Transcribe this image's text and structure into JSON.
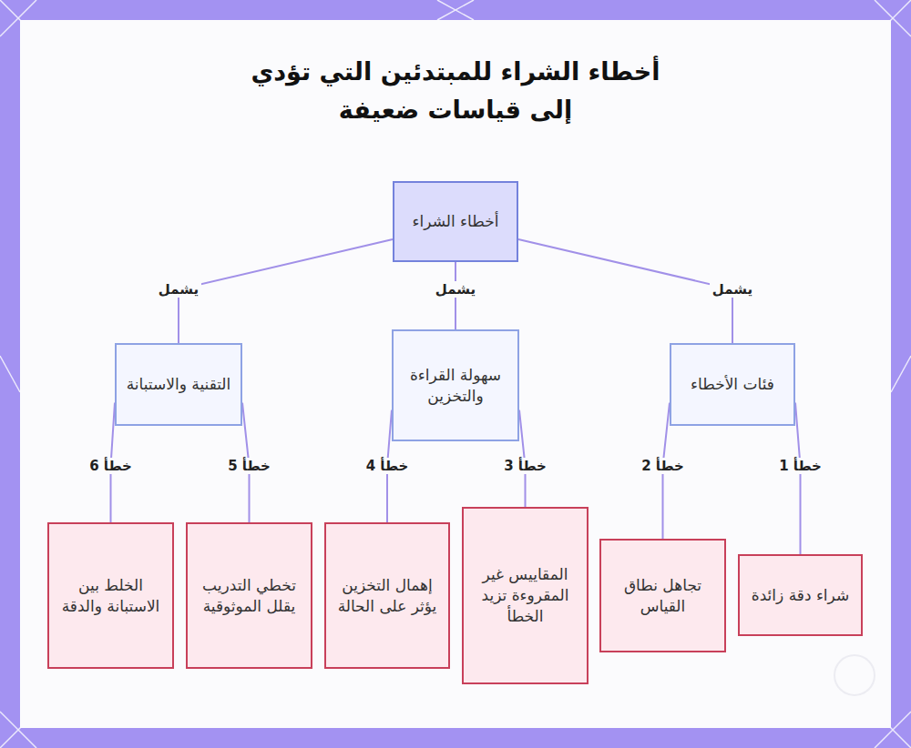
{
  "diagram": {
    "title": "أخطاء الشراء للمبتدئين التي تؤدي إلى قياسات ضعيفة",
    "nodes": [
      {
        "text": [
          "أخطاء الشراء"
        ]
      },
      {
        "text": [
          "فئات الأخطاء"
        ]
      },
      {
        "text": [
          "سهولة القراءة والتخزين"
        ]
      },
      {
        "text": [
          "التقنية والاستبانة"
        ]
      },
      {
        "text": [
          "شراء دقة زائدة"
        ]
      },
      {
        "text": [
          "تجاهل نطاق القياس"
        ]
      },
      {
        "text": [
          "المقاييس غير المقروءة تزيد الخطأ"
        ]
      },
      {
        "text": [
          "إهمال التخزين يؤثر على الحالة"
        ]
      },
      {
        "text": [
          "تخطي التدريب يقلل الموثوقية"
        ]
      },
      {
        "text": [
          "الخلط بين الاستبانة والدقة"
        ]
      }
    ],
    "edges": [
      {
        "from": 0,
        "to": 1,
        "arrow": "none",
        "label": "يشمل"
      },
      {
        "from": 0,
        "to": 2,
        "arrow": "none",
        "label": "يشمل"
      },
      {
        "from": 0,
        "to": 3,
        "arrow": "none",
        "label": "يشمل"
      },
      {
        "from": 1,
        "to": 4,
        "arrow": "none",
        "label": "خطأ 1"
      },
      {
        "from": 1,
        "to": 5,
        "arrow": "none",
        "label": "خطأ 2"
      },
      {
        "from": 2,
        "to": 6,
        "arrow": "none",
        "label": "خطأ 3"
      },
      {
        "from": 2,
        "to": 7,
        "arrow": "none",
        "label": "خطأ 4"
      },
      {
        "from": 3,
        "to": 8,
        "arrow": "none",
        "label": "خطأ 5"
      },
      {
        "from": 3,
        "to": 9,
        "arrow": "none",
        "label": "خطأ 6"
      }
    ]
  }
}
